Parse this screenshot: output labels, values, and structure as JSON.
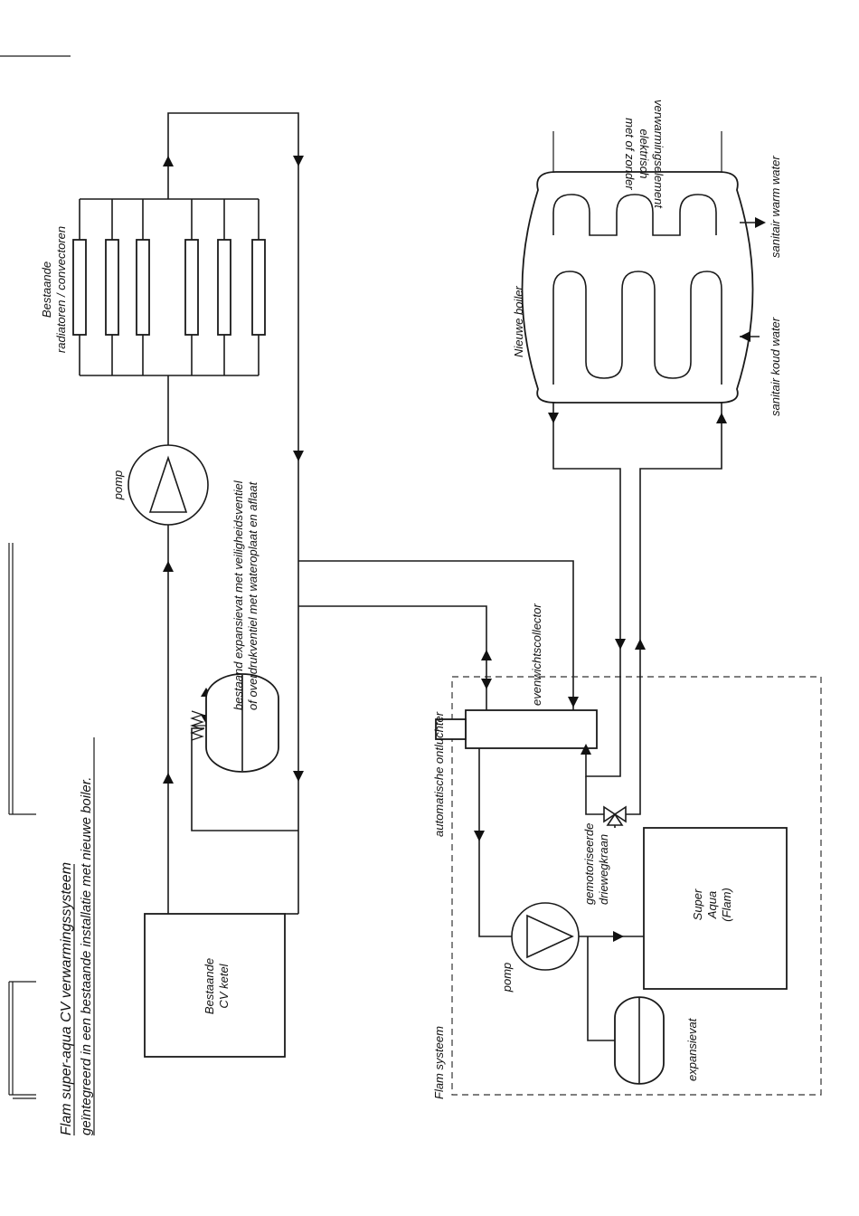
{
  "diagram": {
    "title_line1": "Flam super-aqua CV verwarmingssysteem",
    "title_line2": "geïntegreerd in een bestaande installatie met nieuwe boiler.",
    "boiler_ketel": [
      "Bestaande",
      "CV ketel"
    ],
    "pomp_top": "pomp",
    "radiators": [
      "Bestaande",
      "radiatoren / convectoren"
    ],
    "expansion_existing": [
      "bestaand expansievat met veiligheidsventiel",
      "of overdrukventiel met wateroplaat en aflaat"
    ],
    "flam_systeem": "Flam systeem",
    "automatische_ontluchter": "automatische ontluchter",
    "evenwichtscollector": "evenwichtscollector",
    "driewegkraan": [
      "gemotoriseerde",
      "driewegkraan"
    ],
    "pomp_bottom": "pomp",
    "super_aqua": [
      "Super",
      "Aqua",
      "(Flam)"
    ],
    "expansievat": "expansievat",
    "nieuwe_boiler": "Nieuwe boiler",
    "element": [
      "met of zonder",
      "elektrisch",
      "verwarmingselement"
    ],
    "koud_water": "sanitair koud water",
    "warm_water": "sanitair warm water"
  }
}
